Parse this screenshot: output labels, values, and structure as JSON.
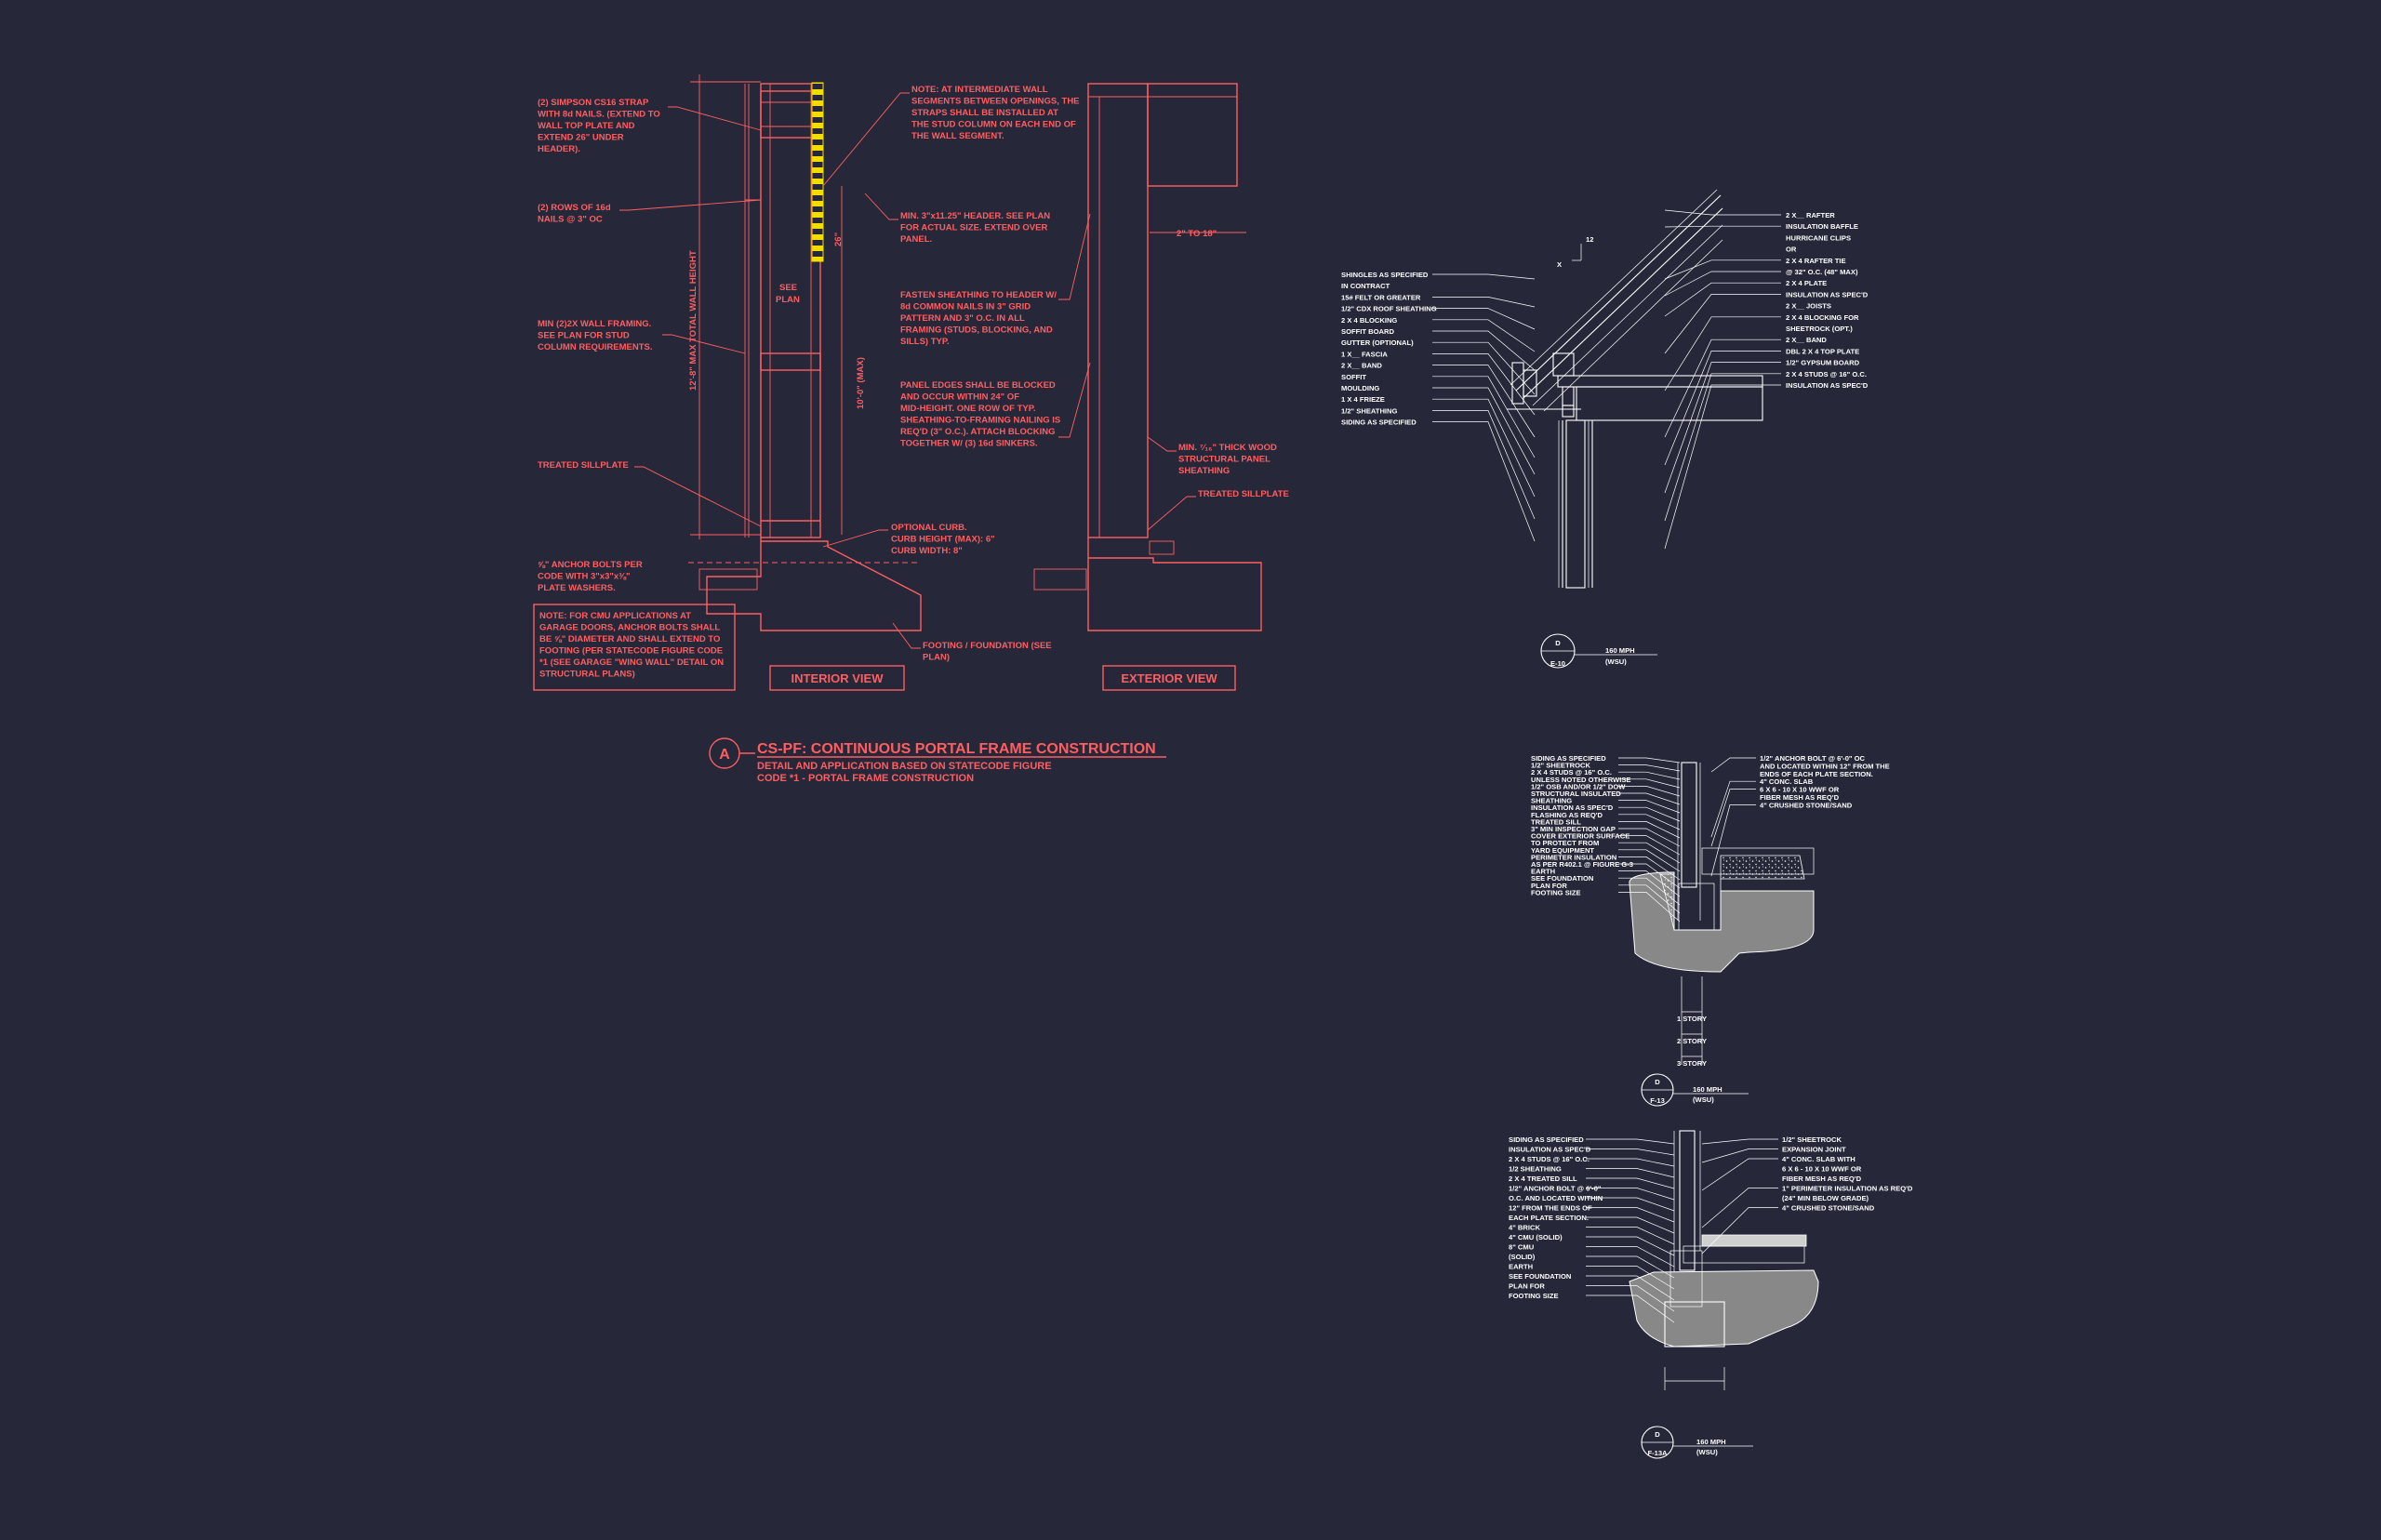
{
  "detail_a": {
    "notes_left": [
      [
        "(2) SIMPSON CS16 STRAP",
        "WITH 8d NAILS. (EXTEND TO",
        "WALL TOP PLATE AND",
        "EXTEND 26\" UNDER",
        "HEADER)."
      ],
      [
        "(2) ROWS OF 16d",
        "NAILS @ 3\" OC"
      ],
      [
        "MIN (2)2X WALL FRAMING.",
        "SEE PLAN FOR STUD",
        "COLUMN REQUIREMENTS."
      ],
      [
        "TREATED SILLPLATE"
      ],
      [
        "⅝\" ANCHOR BOLTS PER",
        "CODE WITH 3\"x3\"x⅜\"",
        "PLATE WASHERS."
      ]
    ],
    "note_box": [
      "NOTE: FOR CMU APPLICATIONS AT",
      "GARAGE DOORS, ANCHOR BOLTS SHALL",
      "BE ⅝\" DIAMETER AND SHALL EXTEND TO",
      "FOOTING (PER STATECODE FIGURE CODE",
      "*1 (SEE GARAGE \"WING WALL\" DETAIL ON",
      "STRUCTURAL PLANS)"
    ],
    "notes_right": [
      [
        "NOTE: AT INTERMEDIATE WALL",
        "SEGMENTS BETWEEN OPENINGS, THE",
        "STRAPS SHALL BE INSTALLED AT",
        "THE STUD COLUMN ON EACH END OF",
        "THE WALL SEGMENT."
      ],
      [
        "MIN. 3\"x11.25\" HEADER. SEE PLAN",
        "FOR ACTUAL SIZE. EXTEND OVER",
        "PANEL."
      ],
      [
        "FASTEN SHEATHING TO HEADER W/",
        "8d COMMON NAILS IN 3\" GRID",
        "PATTERN AND 3\" O.C. IN ALL",
        "FRAMING (STUDS, BLOCKING, AND",
        "SILLS) TYP."
      ],
      [
        "PANEL EDGES SHALL BE BLOCKED",
        "AND OCCUR WITHIN 24\" OF",
        "MID-HEIGHT. ONE ROW OF TYP.",
        "SHEATHING-TO-FRAMING NAILING IS",
        "REQ'D (3\" O.C.). ATTACH BLOCKING",
        "TOGETHER W/ (3) 16d SINKERS."
      ],
      [
        "OPTIONAL CURB.",
        "CURB HEIGHT (MAX): 6\"",
        "CURB WIDTH: 8\""
      ],
      [
        "FOOTING / FOUNDATION (SEE",
        "PLAN)"
      ]
    ],
    "exterior_notes": [
      [
        "2\" TO 18\""
      ],
      [
        "MIN. ⁷⁄₁₆\" THICK WOOD",
        "STRUCTURAL PANEL",
        "SHEATHING"
      ],
      [
        "TREATED SILLPLATE"
      ]
    ],
    "dims": {
      "total_height": "12'-8\" MAX TOTAL WALL HEIGHT",
      "panel_height": "10'-0\" (MAX)",
      "strap": "26\"",
      "see_plan": "SEE PLAN"
    },
    "view_labels": {
      "interior": "INTERIOR VIEW",
      "exterior": "EXTERIOR VIEW"
    },
    "title": {
      "tag": "A",
      "line1": "CS-PF: CONTINUOUS PORTAL FRAME CONSTRUCTION",
      "line2": "DETAIL AND APPLICATION BASED ON STATECODE FIGURE",
      "line3": "CODE *1 - PORTAL FRAME CONSTRUCTION"
    }
  },
  "detail_e10": {
    "left_labels": [
      "SHINGLES AS SPECIFIED",
      "IN CONTRACT",
      "15# FELT OR GREATER",
      "1/2\" CDX ROOF SHEATHING",
      "2 X 4 BLOCKING",
      "SOFFIT BOARD",
      "GUTTER (OPTIONAL)",
      "1 X__ FASCIA",
      "2 X__ BAND",
      "SOFFIT",
      "MOULDING",
      "1 X 4 FRIEZE",
      "1/2\" SHEATHING",
      "SIDING AS SPECIFIED"
    ],
    "right_labels": [
      "2 X__ RAFTER",
      "INSULATION BAFFLE",
      "HURRICANE CLIPS",
      "OR",
      "2 X 4 RAFTER TIE",
      "@ 32\" O.C. (48\" MAX)",
      "2 X 4 PLATE",
      "INSULATION AS SPEC'D",
      "2 X__ JOISTS",
      "2 X 4 BLOCKING FOR",
      "SHEETROCK (OPT.)",
      "2 X__ BAND",
      "DBL 2 X 4 TOP PLATE",
      "1/2\" GYPSUM BOARD",
      "2 X 4 STUDS @ 16\" O.C.",
      "INSULATION AS SPEC'D"
    ],
    "pitch": "12",
    "pitch_x": "X",
    "tag": {
      "letter": "D",
      "code": "E-10",
      "speed": "160 MPH",
      "note": "(WSU)"
    }
  },
  "detail_f13": {
    "left_labels": [
      "SIDING AS SPECIFIED",
      "1/2\" SHEETROCK",
      "2 X 4 STUDS @ 16\" O.C.",
      "UNLESS NOTED OTHERWISE",
      "1/2\" OSB AND/OR 1/2\" DOW",
      "STRUCTURAL INSULATED",
      "SHEATHING",
      "INSULATION AS SPEC'D",
      "FLASHING AS REQ'D",
      "TREATED SILL",
      "3\" MIN INSPECTION GAP",
      "COVER EXTERIOR SURFACE",
      "TO PROTECT FROM",
      "YARD EQUIPMENT",
      "PERIMETER INSULATION",
      "AS PER R402.1 @ FIGURE G-3",
      "EARTH",
      "SEE FOUNDATION",
      "PLAN FOR",
      "FOOTING SIZE"
    ],
    "right_labels": [
      "1/2\" ANCHOR BOLT @ 6'-0\" OC",
      "AND LOCATED WITHIN 12\" FROM THE",
      "ENDS OF EACH PLATE SECTION.",
      "4\" CONC. SLAB",
      "6 X 6 - 10 X 10 WWF OR",
      "FIBER MESH AS REQ'D",
      "4\" CRUSHED STONE/SAND"
    ],
    "dims": [
      "1 STORY",
      "2 STORY",
      "3 STORY"
    ],
    "tag": {
      "letter": "D",
      "code": "F-13",
      "speed": "160 MPH",
      "note": "(WSU)"
    }
  },
  "detail_f13a": {
    "left_labels": [
      "SIDING AS SPECIFIED",
      "INSULATION AS SPEC'D",
      "2 X 4 STUDS @ 16\" O.C.",
      "1/2 SHEATHING",
      "2 X 4 TREATED SILL",
      "1/2\" ANCHOR BOLT @ 6'-0\"",
      "O.C. AND LOCATED WITHIN",
      "12\" FROM THE ENDS OF",
      "EACH PLATE SECTION.",
      "4\" BRICK",
      "4\" CMU (SOLID)",
      "8\" CMU",
      "(SOLID)",
      "EARTH",
      "SEE FOUNDATION",
      "PLAN FOR",
      "FOOTING SIZE"
    ],
    "right_labels": [
      "1/2\" SHEETROCK",
      "EXPANSION JOINT",
      "4\" CONC. SLAB WITH",
      "6 X 6 - 10 X 10 WWF OR",
      "FIBER MESH AS REQ'D",
      "1\" PERIMETER INSULATION AS REQ'D",
      "(24\" MIN BELOW GRADE)",
      "4\" CRUSHED STONE/SAND"
    ],
    "tag": {
      "letter": "D",
      "code": "F-13A",
      "speed": "160 MPH",
      "note": "(WSU)"
    }
  },
  "colors": {
    "background": "#262839",
    "red_linework": "#ff5e61",
    "white_linework": "#ffffff",
    "strap": "#f2dd00"
  }
}
